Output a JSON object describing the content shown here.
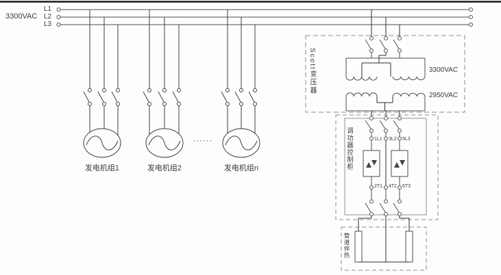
{
  "bus": {
    "voltage_label": "3300VAC",
    "phases": [
      "L1",
      "L2",
      "L3"
    ]
  },
  "generators": {
    "units": [
      "发电机组1",
      "发电机组2",
      "发电机组n"
    ],
    "ellipsis": "······"
  },
  "scott_transformer": {
    "name": "Scott变压器",
    "primary_voltage": "3300VAC",
    "secondary_voltage": "2950VAC"
  },
  "power_regulator": {
    "name": "调功器控制柜",
    "input_terminals": [
      "1L1",
      "3L2",
      "5L3"
    ],
    "output_terminals": [
      "2T1",
      "4T2",
      "6T3"
    ]
  },
  "load": {
    "name": "管道伴热"
  },
  "colors": {
    "wire": "#4d4d4d",
    "dashed_box": "#8a8a8a",
    "top_border": "#1a1a1a",
    "text": "#3a3a3a"
  }
}
